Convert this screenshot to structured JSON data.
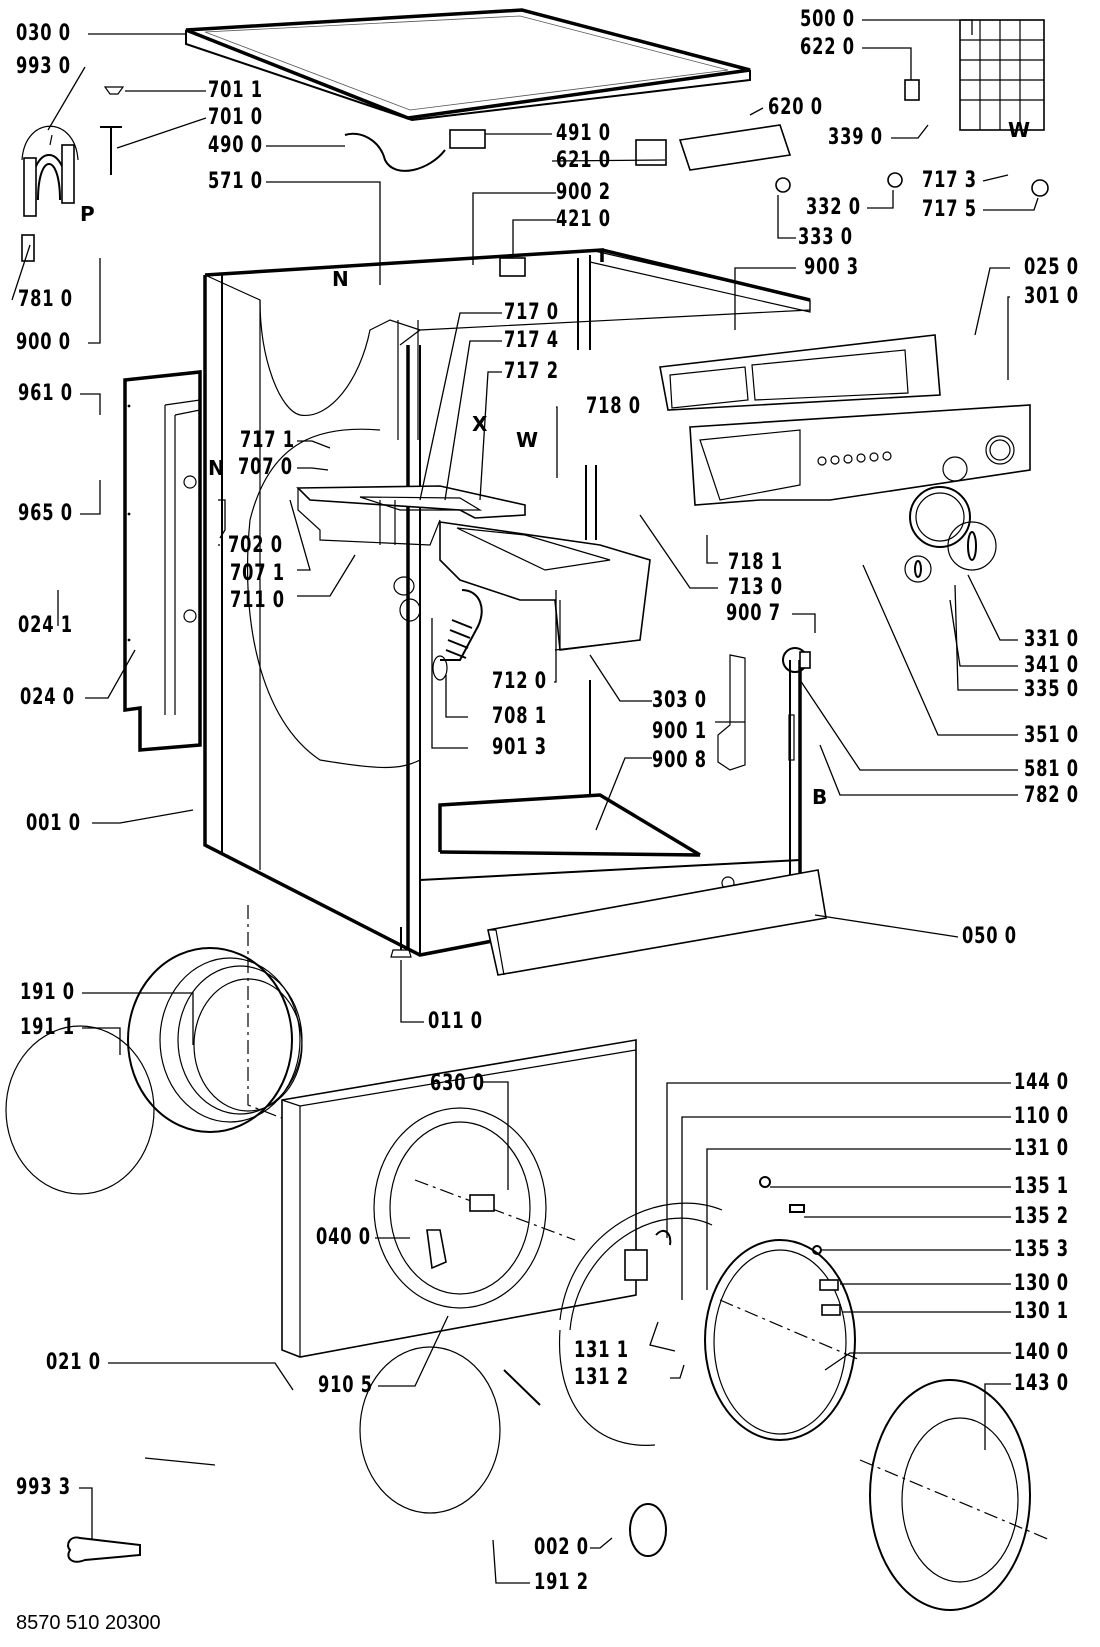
{
  "diagram": {
    "type": "exploded-parts-diagram",
    "subject": "front-loading washing machine",
    "document_number": "8570 510 20300",
    "callouts": [
      {
        "id": "030-0",
        "text": "030 0"
      },
      {
        "id": "993-0",
        "text": "993 0"
      },
      {
        "id": "701-1",
        "text": "701 1"
      },
      {
        "id": "701-0",
        "text": "701 0"
      },
      {
        "id": "490-0",
        "text": "490 0"
      },
      {
        "id": "491-0",
        "text": "491 0"
      },
      {
        "id": "621-0",
        "text": "621 0"
      },
      {
        "id": "620-0",
        "text": "620 0"
      },
      {
        "id": "571-0",
        "text": "571 0"
      },
      {
        "id": "900-2",
        "text": "900 2"
      },
      {
        "id": "421-0",
        "text": "421 0"
      },
      {
        "id": "500-0",
        "text": "500 0"
      },
      {
        "id": "622-0",
        "text": "622 0"
      },
      {
        "id": "339-0",
        "text": "339 0"
      },
      {
        "id": "332-0",
        "text": "332 0"
      },
      {
        "id": "333-0",
        "text": "333 0"
      },
      {
        "id": "717-3",
        "text": "717 3"
      },
      {
        "id": "717-5",
        "text": "717 5"
      },
      {
        "id": "900-3",
        "text": "900 3"
      },
      {
        "id": "025-0",
        "text": "025 0"
      },
      {
        "id": "301-0",
        "text": "301 0"
      },
      {
        "id": "781-0",
        "text": "781 0"
      },
      {
        "id": "900-0",
        "text": "900 0"
      },
      {
        "id": "961-0",
        "text": "961 0"
      },
      {
        "id": "965-0",
        "text": "965 0"
      },
      {
        "id": "024-1",
        "text": "024 1"
      },
      {
        "id": "024-0",
        "text": "024 0"
      },
      {
        "id": "717-0",
        "text": "717 0"
      },
      {
        "id": "717-4",
        "text": "717 4"
      },
      {
        "id": "717-2",
        "text": "717 2"
      },
      {
        "id": "718-0",
        "text": "718 0"
      },
      {
        "id": "717-1",
        "text": "717 1"
      },
      {
        "id": "707-0",
        "text": "707 0"
      },
      {
        "id": "702-0",
        "text": "702 0"
      },
      {
        "id": "707-1",
        "text": "707 1"
      },
      {
        "id": "711-0",
        "text": "711 0"
      },
      {
        "id": "718-1",
        "text": "718 1"
      },
      {
        "id": "713-0",
        "text": "713 0"
      },
      {
        "id": "900-7",
        "text": "900 7"
      },
      {
        "id": "712-0",
        "text": "712 0"
      },
      {
        "id": "708-1",
        "text": "708 1"
      },
      {
        "id": "901-3",
        "text": "901 3"
      },
      {
        "id": "303-0",
        "text": "303 0"
      },
      {
        "id": "900-1",
        "text": "900 1"
      },
      {
        "id": "900-8",
        "text": "900 8"
      },
      {
        "id": "331-0",
        "text": "331 0"
      },
      {
        "id": "341-0",
        "text": "341 0"
      },
      {
        "id": "335-0",
        "text": "335 0"
      },
      {
        "id": "351-0",
        "text": "351 0"
      },
      {
        "id": "581-0",
        "text": "581 0"
      },
      {
        "id": "782-0",
        "text": "782 0"
      },
      {
        "id": "001-0",
        "text": "001 0"
      },
      {
        "id": "050-0",
        "text": "050 0"
      },
      {
        "id": "011-0",
        "text": "011 0"
      },
      {
        "id": "191-0",
        "text": "191 0"
      },
      {
        "id": "191-1",
        "text": "191 1"
      },
      {
        "id": "630-0",
        "text": "630 0"
      },
      {
        "id": "144-0",
        "text": "144 0"
      },
      {
        "id": "110-0",
        "text": "110 0"
      },
      {
        "id": "131-0",
        "text": "131 0"
      },
      {
        "id": "135-1",
        "text": "135 1"
      },
      {
        "id": "135-2",
        "text": "135 2"
      },
      {
        "id": "135-3",
        "text": "135 3"
      },
      {
        "id": "130-0",
        "text": "130 0"
      },
      {
        "id": "130-1",
        "text": "130 1"
      },
      {
        "id": "040-0",
        "text": "040 0"
      },
      {
        "id": "140-0",
        "text": "140 0"
      },
      {
        "id": "143-0",
        "text": "143 0"
      },
      {
        "id": "021-0",
        "text": "021 0"
      },
      {
        "id": "910-5",
        "text": "910 5"
      },
      {
        "id": "131-1",
        "text": "131 1"
      },
      {
        "id": "131-2",
        "text": "131 2"
      },
      {
        "id": "993-3",
        "text": "993 3"
      },
      {
        "id": "002-0",
        "text": "002 0"
      },
      {
        "id": "191-2",
        "text": "191 2"
      }
    ],
    "letters": {
      "P": "P",
      "N_top": "N",
      "N_left": "N",
      "X": "X",
      "W_dispenser": "W",
      "W_module": "W",
      "B": "B"
    }
  }
}
